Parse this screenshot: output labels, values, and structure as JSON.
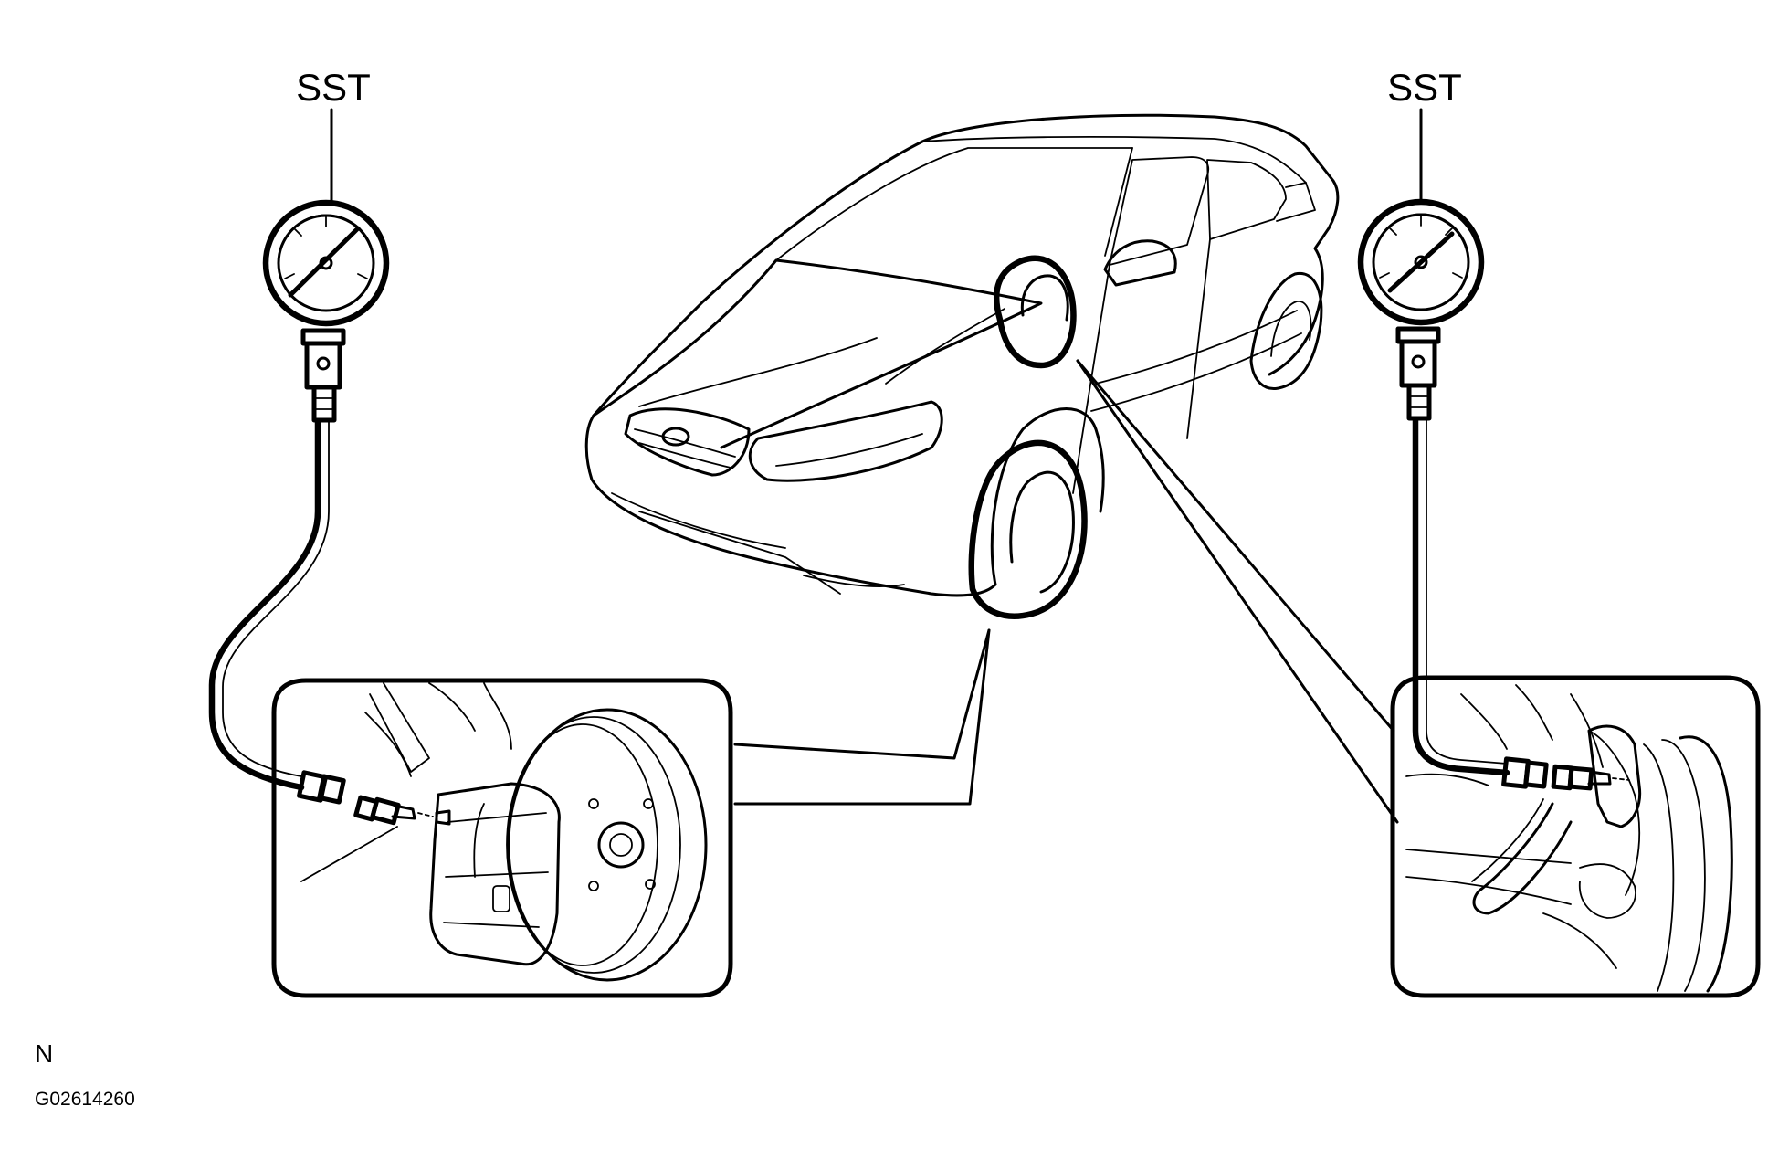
{
  "labels": {
    "sst_left": "SST",
    "sst_right": "SST",
    "note_letter": "N",
    "figure_code": "G02614260"
  },
  "components": {
    "vehicle": "sedan",
    "left_gauge": "pressure-gauge",
    "right_gauge": "pressure-gauge",
    "front_detail": "front-brake-caliper",
    "rear_detail": "rear-brake-caliper"
  }
}
